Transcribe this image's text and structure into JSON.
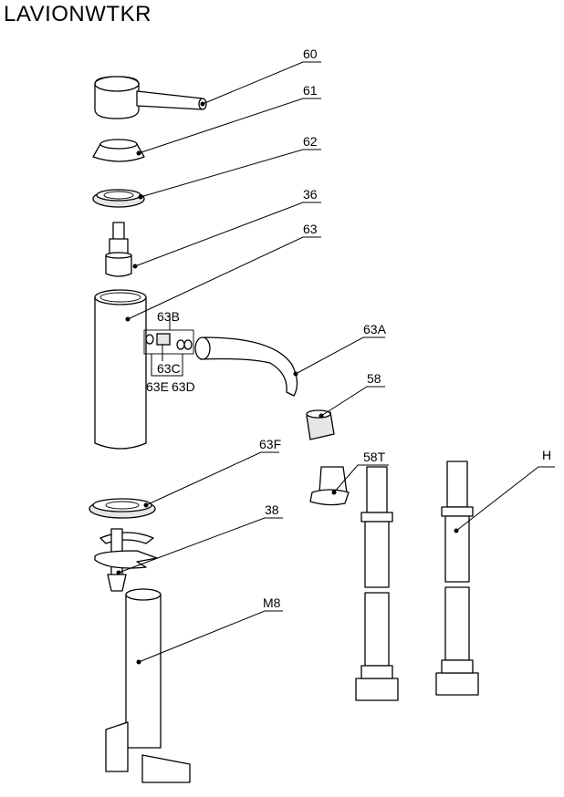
{
  "title": "LAVIONWTKR",
  "parts": [
    {
      "id": "p60",
      "label": "60"
    },
    {
      "id": "p61",
      "label": "61"
    },
    {
      "id": "p62",
      "label": "62"
    },
    {
      "id": "p36",
      "label": "36"
    },
    {
      "id": "p63",
      "label": "63"
    },
    {
      "id": "p63B",
      "label": "63B"
    },
    {
      "id": "p63A",
      "label": "63A"
    },
    {
      "id": "p63C",
      "label": "63C"
    },
    {
      "id": "p63E",
      "label": "63E"
    },
    {
      "id": "p63D",
      "label": "63D"
    },
    {
      "id": "p58",
      "label": "58"
    },
    {
      "id": "p63F",
      "label": "63F"
    },
    {
      "id": "p58T",
      "label": "58T"
    },
    {
      "id": "pH",
      "label": "H"
    },
    {
      "id": "p38",
      "label": "38"
    },
    {
      "id": "pM8",
      "label": "M8"
    }
  ]
}
